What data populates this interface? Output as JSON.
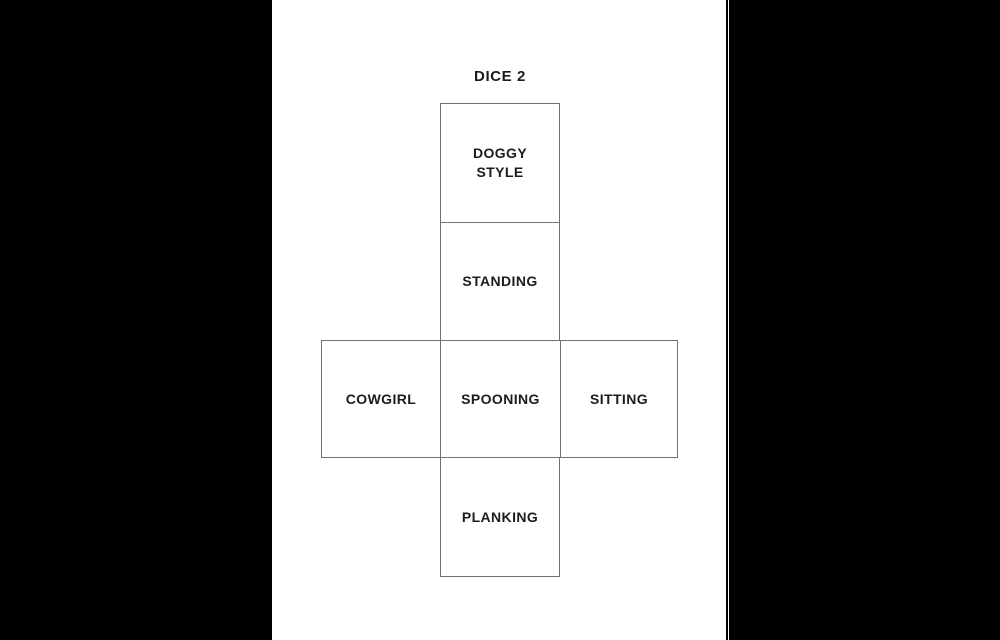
{
  "window": {
    "background": "#ffffff",
    "letterbox_color": "#000000"
  },
  "page": {
    "title": "DICE 2"
  },
  "dice_net": {
    "border_color": "#6f6f6f",
    "text_color": "#1c1c1c",
    "faces": [
      {
        "id": "doggy-style",
        "label": "DOGGY\nSTYLE"
      },
      {
        "id": "standing",
        "label": "STANDING"
      },
      {
        "id": "cowgirl",
        "label": "COWGIRL"
      },
      {
        "id": "spooning",
        "label": "SPOONING"
      },
      {
        "id": "sitting",
        "label": "SITTING"
      },
      {
        "id": "planking",
        "label": "PLANKING"
      }
    ]
  }
}
